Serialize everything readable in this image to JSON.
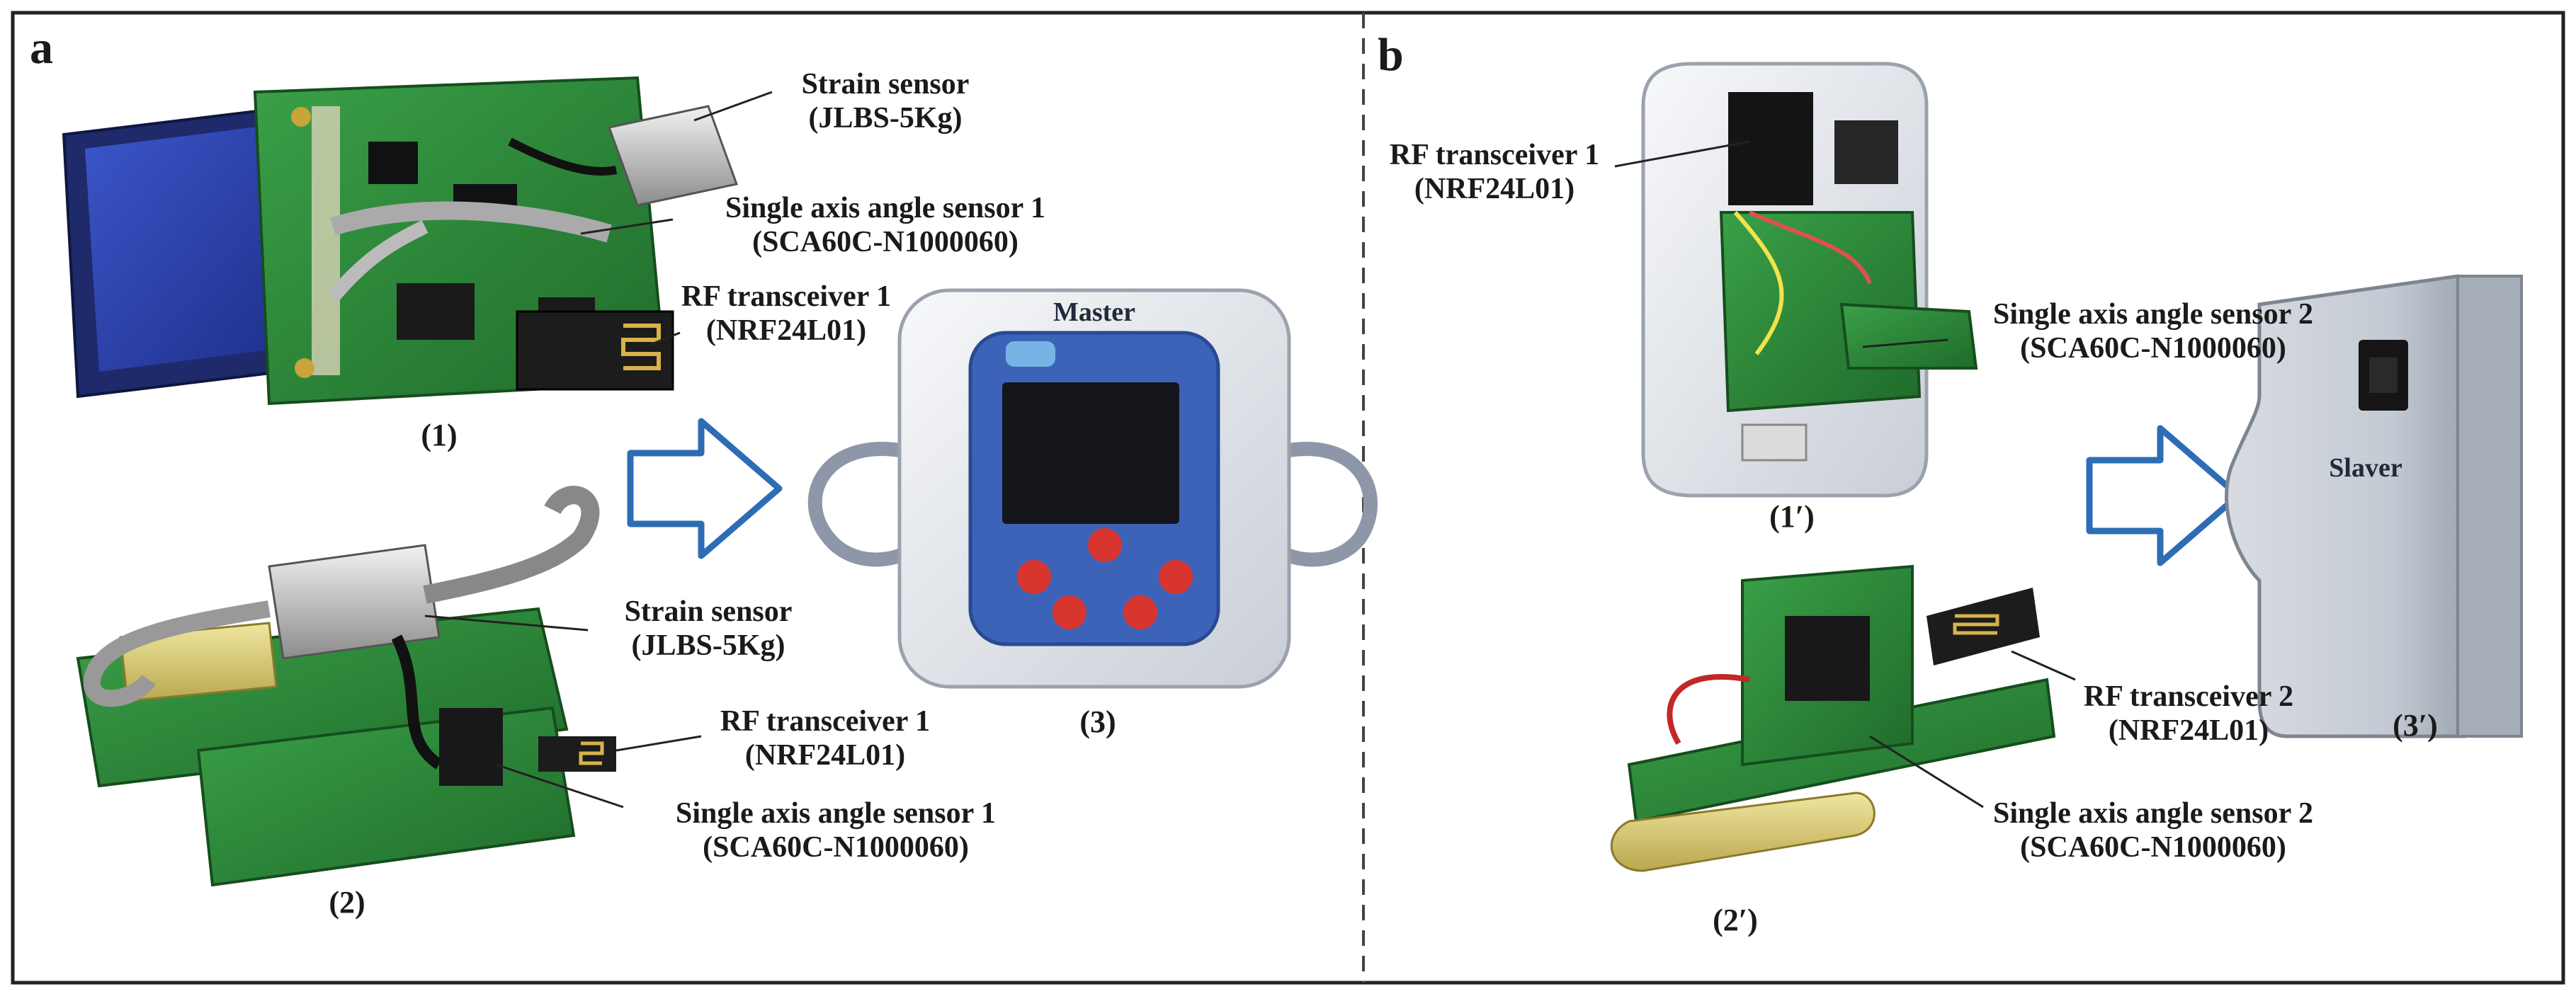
{
  "panels": {
    "a": "a",
    "b": "b"
  },
  "panel_a": {
    "strain_top": {
      "name": "Strain sensor",
      "model": "(JLBS-5Kg)"
    },
    "angle_top": {
      "name": "Single axis angle sensor 1",
      "model": "(SCA60C-N1000060)"
    },
    "rf_top": {
      "name": "RF transceiver 1",
      "model": "(NRF24L01)"
    },
    "strain_bottom": {
      "name": "Strain sensor",
      "model": "(JLBS-5Kg)"
    },
    "rf_bottom": {
      "name": "RF transceiver 1",
      "model": "(NRF24L01)"
    },
    "angle_bottom": {
      "name": "Single axis angle sensor 1",
      "model": "(SCA60C-N1000060)"
    },
    "master_label": "Master",
    "num1": "(1)",
    "num2": "(2)",
    "num3": "(3)"
  },
  "panel_b": {
    "rf_top": {
      "name": "RF transceiver 1",
      "model": "(NRF24L01)"
    },
    "angle_top": {
      "name": "Single axis angle sensor 2",
      "model": "(SCA60C-N1000060)"
    },
    "rf_bottom": {
      "name": "RF transceiver 2",
      "model": "(NRF24L01)"
    },
    "angle_bottom": {
      "name": "Single axis angle sensor 2",
      "model": "(SCA60C-N1000060)"
    },
    "slaver_label": "Slaver",
    "num1": "(1′)",
    "num2": "(2′)",
    "num3": "(3′)"
  },
  "colors": {
    "arrow": "#2e6db5",
    "pcb_green": "#2f8a3a",
    "lcd_blue": "#2a3ea8",
    "device_white": "#e8ebef",
    "device_blue": "#3d63b8",
    "button_red": "#d9352f"
  }
}
